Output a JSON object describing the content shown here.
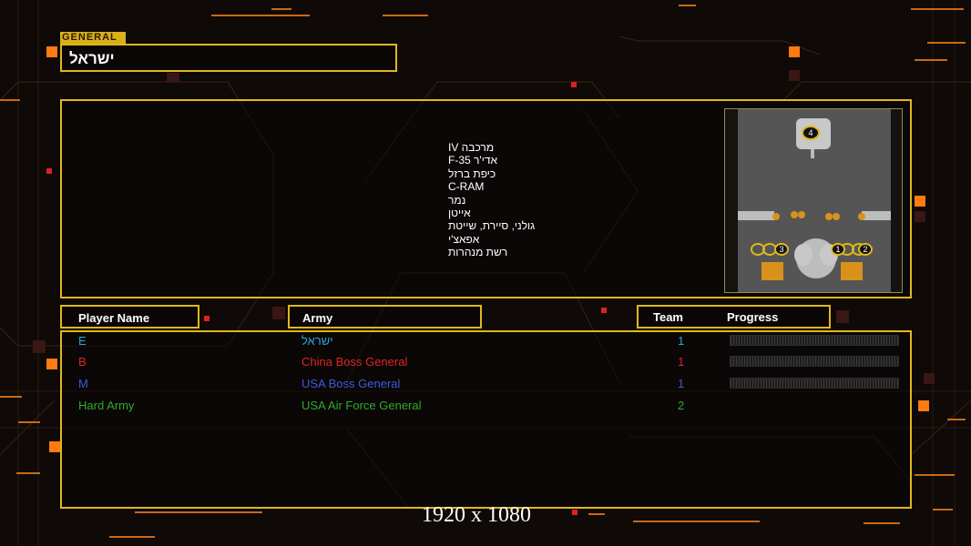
{
  "general": {
    "tag": "GENERAL",
    "name": "ישראל"
  },
  "description_lines": [
    "מרכבה IV",
    "אדי'ר F-35",
    "כיפת ברזל",
    "C-RAM",
    "נמר",
    "אייטן",
    "גולני, סיירת, שייטת",
    "אפאצ'י",
    "רשת מנהרות"
  ],
  "minimap": {
    "markers": [
      "4",
      "3",
      "1",
      "2"
    ]
  },
  "columns": {
    "player_name": "Player Name",
    "army": "Army",
    "team": "Team",
    "progress": "Progress"
  },
  "players": [
    {
      "name": "E",
      "army": "ישראל",
      "team": "1",
      "color": "#2aa6d8"
    },
    {
      "name": "B",
      "army": "China Boss General",
      "team": "1",
      "color": "#e02424"
    },
    {
      "name": "M",
      "army": "USA Boss General",
      "team": "1",
      "color": "#3b5bdc"
    },
    {
      "name": "Hard Army",
      "army": "USA Air Force General",
      "team": "2",
      "color": "#2faa2f"
    }
  ],
  "resolution": "1920 x 1080",
  "colors": {
    "frame": "#e0b818",
    "accent_orange": "#ff8a1a",
    "accent_red": "#e02020"
  }
}
